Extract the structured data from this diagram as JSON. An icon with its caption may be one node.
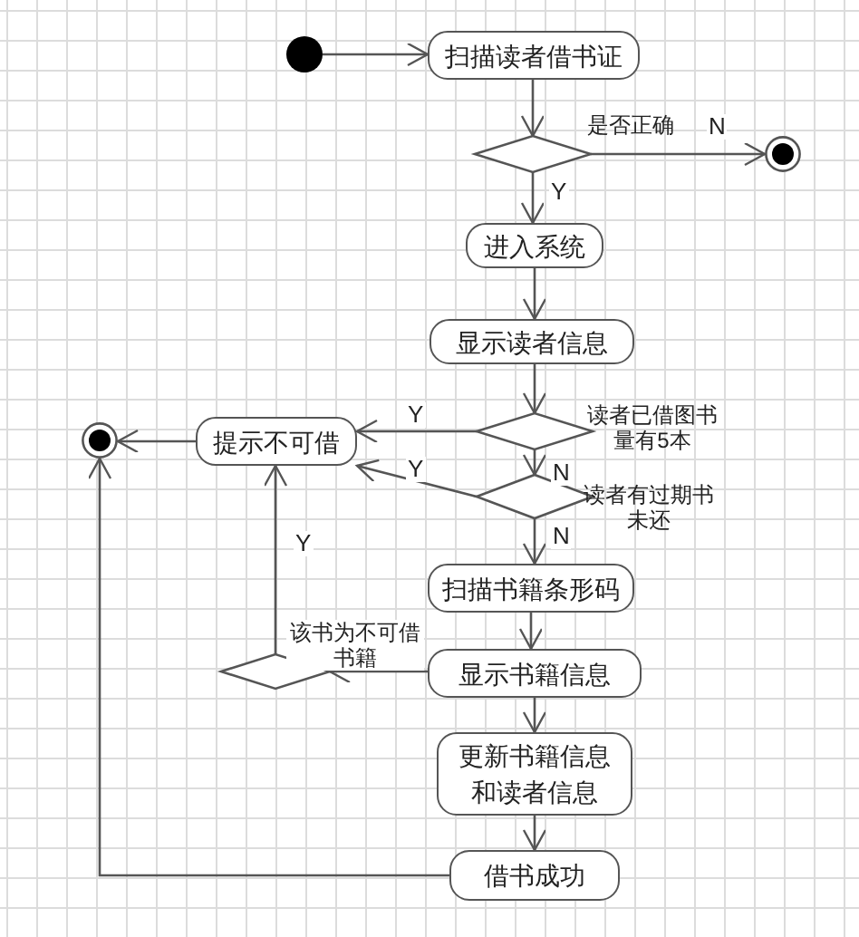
{
  "diagram": {
    "nodes": [
      {
        "text": [],
        "shape": "circle"
      },
      {
        "text": [
          "扫描读者借书证"
        ]
      },
      {
        "text": [],
        "shape": "diamond",
        "beside": [
          "是否正确"
        ]
      },
      {
        "text": [],
        "shape": "circle"
      },
      {
        "text": [
          "进入系统"
        ]
      },
      {
        "text": [
          "显示读者信息"
        ]
      },
      {
        "text": [],
        "shape": "diamond",
        "beside": [
          "读者已借图书量有5本"
        ]
      },
      {
        "text": [],
        "shape": "diamond",
        "beside": [
          "读者有过期书未还"
        ]
      },
      {
        "text": [
          "提示不可借"
        ]
      },
      {
        "text": [],
        "shape": "circle"
      },
      {
        "text": [
          "扫描书籍条形码"
        ]
      },
      {
        "text": [
          "显示书籍信息"
        ]
      },
      {
        "text": [],
        "shape": "diamond"
      },
      {
        "text": [
          "更新书籍信息和读者信息"
        ]
      },
      {
        "text": [
          "借书成功"
        ]
      }
    ],
    "edges": [
      {
        "from": 0,
        "to": 1,
        "arrow": "to"
      },
      {
        "from": 1,
        "to": 2,
        "arrow": "to"
      },
      {
        "from": 2,
        "to": 3,
        "arrow": "to",
        "label": "N"
      },
      {
        "from": 2,
        "to": 4,
        "arrow": "to",
        "label": "Y"
      },
      {
        "from": 4,
        "to": 5,
        "arrow": "to"
      },
      {
        "from": 5,
        "to": 6,
        "arrow": "to"
      },
      {
        "from": 6,
        "to": 8,
        "arrow": "to",
        "label": "Y"
      },
      {
        "from": 6,
        "to": 7,
        "arrow": "to",
        "label": "N"
      },
      {
        "from": 7,
        "to": 8,
        "arrow": "to",
        "label": "Y"
      },
      {
        "from": 7,
        "to": 10,
        "arrow": "to",
        "label": "N"
      },
      {
        "from": 10,
        "to": 11,
        "arrow": "to"
      },
      {
        "from": 11,
        "to": 12,
        "arrow": "to",
        "label": "该书为不可借书籍"
      },
      {
        "from": 12,
        "to": 8,
        "arrow": "to",
        "label": "Y"
      },
      {
        "from": 11,
        "to": 13,
        "arrow": "to"
      },
      {
        "from": 13,
        "to": 14,
        "arrow": "to"
      },
      {
        "from": 14,
        "to": 9,
        "arrow": "to"
      },
      {
        "from": 8,
        "to": 9,
        "arrow": "to"
      }
    ]
  }
}
